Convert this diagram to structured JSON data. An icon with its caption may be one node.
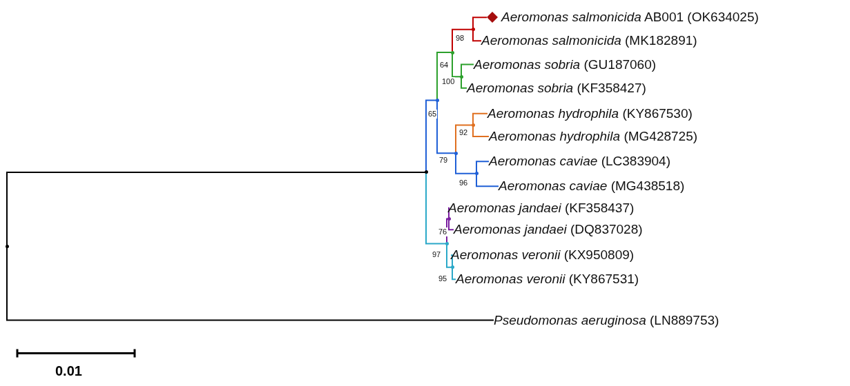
{
  "diagram": {
    "nodes": [
      {
        "text": [],
        "shape": "point"
      },
      {
        "text": [],
        "shape": "point"
      },
      {
        "text": [],
        "shape": "point",
        "beside": [
          "65"
        ]
      },
      {
        "text": [],
        "shape": "point",
        "beside": [
          "64"
        ]
      },
      {
        "text": [],
        "shape": "point",
        "beside": [
          "98"
        ]
      },
      {
        "text": [
          "*Aeromonas salmonicida* AB001 (OK634025)"
        ]
      },
      {
        "text": [
          "*Aeromonas salmonicida* (MK182891)"
        ]
      },
      {
        "text": [],
        "shape": "point",
        "beside": [
          "100"
        ]
      },
      {
        "text": [
          "*Aeromonas sobria* (GU187060)"
        ]
      },
      {
        "text": [
          "*Aeromonas sobria* (KF358427)"
        ]
      },
      {
        "text": [],
        "shape": "point",
        "beside": [
          "79"
        ]
      },
      {
        "text": [],
        "shape": "point",
        "beside": [
          "92"
        ]
      },
      {
        "text": [
          "*Aeromonas hydrophila* (KY867530)"
        ]
      },
      {
        "text": [
          "*Aeromonas hydrophila* (MG428725)"
        ]
      },
      {
        "text": [],
        "shape": "point",
        "beside": [
          "96"
        ]
      },
      {
        "text": [
          "*Aeromonas caviae* (LC383904)"
        ]
      },
      {
        "text": [
          "*Aeromonas caviae* (MG438518)"
        ]
      },
      {
        "text": [],
        "shape": "point",
        "beside": [
          "97"
        ]
      },
      {
        "text": [],
        "shape": "point",
        "beside": [
          "76"
        ]
      },
      {
        "text": [
          "*Aeromonas jandaei* (KF358437)"
        ]
      },
      {
        "text": [
          "*Aeromonas jandaei* (DQ837028)"
        ]
      },
      {
        "text": [],
        "shape": "point",
        "beside": [
          "95"
        ]
      },
      {
        "text": [
          "*Aeromonas veronii* (KX950809)"
        ]
      },
      {
        "text": [
          "*Aeromonas veronii* (KY867531)"
        ]
      },
      {
        "text": [
          "*Pseudomonas aeruginosa* (LN889753)"
        ]
      }
    ],
    "edges": [
      {
        "from": 0,
        "to": 1,
        "arrow": "none",
        "color": "#000000"
      },
      {
        "from": 0,
        "to": 24,
        "arrow": "none",
        "color": "#000000"
      },
      {
        "from": 1,
        "to": 2,
        "arrow": "none",
        "color": "#1f5fd6"
      },
      {
        "from": 1,
        "to": 17,
        "arrow": "none",
        "color": "#2aa8c8"
      },
      {
        "from": 2,
        "to": 3,
        "arrow": "none",
        "color": "#2ca02c"
      },
      {
        "from": 2,
        "to": 10,
        "arrow": "none",
        "color": "#1f5fd6"
      },
      {
        "from": 3,
        "to": 4,
        "arrow": "none",
        "color": "#c00000"
      },
      {
        "from": 3,
        "to": 7,
        "arrow": "none",
        "color": "#2ca02c"
      },
      {
        "from": 4,
        "to": 5,
        "arrow": "none",
        "color": "#c00000"
      },
      {
        "from": 4,
        "to": 6,
        "arrow": "none",
        "color": "#c00000"
      },
      {
        "from": 7,
        "to": 8,
        "arrow": "none",
        "color": "#2ca02c"
      },
      {
        "from": 7,
        "to": 9,
        "arrow": "none",
        "color": "#2ca02c"
      },
      {
        "from": 10,
        "to": 11,
        "arrow": "none",
        "color": "#e07020"
      },
      {
        "from": 10,
        "to": 14,
        "arrow": "none",
        "color": "#1f5fd6"
      },
      {
        "from": 11,
        "to": 12,
        "arrow": "none",
        "color": "#e07020"
      },
      {
        "from": 11,
        "to": 13,
        "arrow": "none",
        "color": "#e07020"
      },
      {
        "from": 14,
        "to": 15,
        "arrow": "none",
        "color": "#1f5fd6"
      },
      {
        "from": 14,
        "to": 16,
        "arrow": "none",
        "color": "#1f5fd6"
      },
      {
        "from": 17,
        "to": 18,
        "arrow": "none",
        "color": "#7a1fa0"
      },
      {
        "from": 17,
        "to": 21,
        "arrow": "none",
        "color": "#2aa8c8"
      },
      {
        "from": 18,
        "to": 19,
        "arrow": "none",
        "color": "#7a1fa0"
      },
      {
        "from": 18,
        "to": 20,
        "arrow": "none",
        "color": "#7a1fa0"
      },
      {
        "from": 21,
        "to": 22,
        "arrow": "none",
        "color": "#2aa8c8"
      },
      {
        "from": 21,
        "to": 23,
        "arrow": "none",
        "color": "#2aa8c8"
      }
    ],
    "labels": [
      "0.01"
    ]
  }
}
